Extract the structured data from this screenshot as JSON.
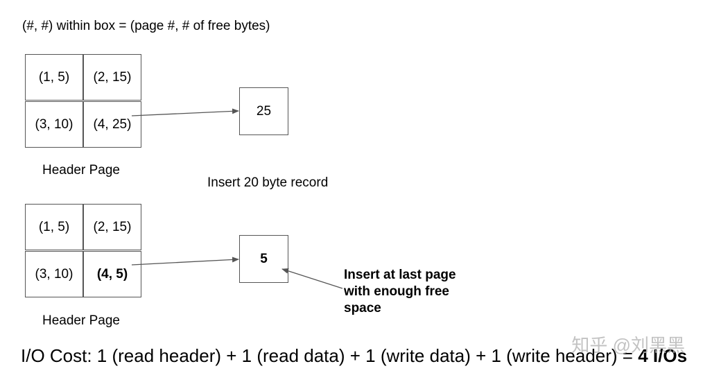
{
  "legend": "(#, #)  within box = (page #, # of free bytes)",
  "top_grid": {
    "cells": [
      "(1, 5)",
      "(2, 15)",
      "(3, 10)",
      "(4, 25)"
    ],
    "caption": "Header Page"
  },
  "top_page": {
    "value": "25"
  },
  "insert_label": "Insert 20 byte record",
  "bottom_grid": {
    "cells": [
      "(1, 5)",
      "(2, 15)",
      "(3, 10)",
      "(4, 5)"
    ],
    "caption": "Header Page"
  },
  "bottom_page": {
    "value": "5"
  },
  "note": {
    "line1": "Insert at last page",
    "line2": "with enough free",
    "line3": "space"
  },
  "cost": {
    "prefix": "I/O Cost: 1 (read header)  + 1 (read data) + 1 (write data) + 1 (write header) = ",
    "total": "4 I/Os"
  },
  "watermark": "知乎 @刘黑黑",
  "colors": {
    "border": "#555555",
    "arrow": "#555555",
    "watermark": "#b8b8b8"
  }
}
